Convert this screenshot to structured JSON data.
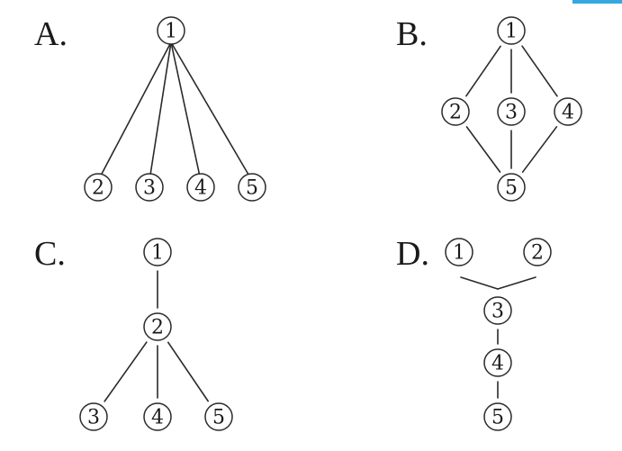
{
  "accent_color": "#35a7e0",
  "panels": [
    {
      "id": "A",
      "label": "A.",
      "nodes": [
        "1",
        "2",
        "3",
        "4",
        "5"
      ],
      "edges": [
        [
          "1",
          "2"
        ],
        [
          "1",
          "3"
        ],
        [
          "1",
          "4"
        ],
        [
          "1",
          "5"
        ]
      ]
    },
    {
      "id": "B",
      "label": "B.",
      "nodes": [
        "1",
        "2",
        "3",
        "4",
        "5"
      ],
      "edges": [
        [
          "1",
          "2"
        ],
        [
          "1",
          "3"
        ],
        [
          "1",
          "4"
        ],
        [
          "2",
          "5"
        ],
        [
          "3",
          "5"
        ],
        [
          "4",
          "5"
        ]
      ]
    },
    {
      "id": "C",
      "label": "C.",
      "nodes": [
        "1",
        "2",
        "3",
        "4",
        "5"
      ],
      "edges": [
        [
          "1",
          "2"
        ],
        [
          "2",
          "3"
        ],
        [
          "2",
          "4"
        ],
        [
          "2",
          "5"
        ]
      ]
    },
    {
      "id": "D",
      "label": "D.",
      "nodes": [
        "1",
        "2",
        "3",
        "4",
        "5"
      ],
      "edges": [
        [
          "1",
          "3"
        ],
        [
          "2",
          "3"
        ],
        [
          "3",
          "4"
        ],
        [
          "4",
          "5"
        ]
      ]
    }
  ]
}
